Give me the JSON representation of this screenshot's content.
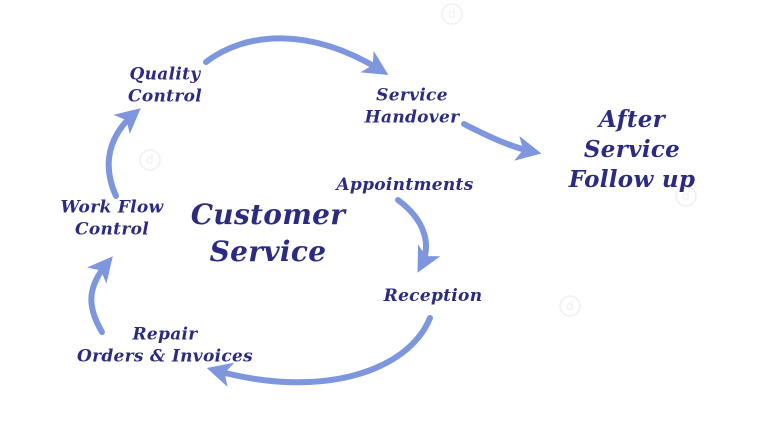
{
  "diagram_type": "cycle-flowchart",
  "title": "Customer Service",
  "center_label": "Customer\nService",
  "nodes": {
    "quality_control": "Quality\nControl",
    "service_handover": "Service\nHandover",
    "after_service": "After Service\nFollow up",
    "appointments": "Appointments",
    "reception": "Reception",
    "repair_orders": "Repair\nOrders & Invoices",
    "work_flow": "Work Flow\nControl"
  },
  "connections": [
    {
      "from": "Quality Control",
      "to": "Service Handover"
    },
    {
      "from": "Service Handover",
      "to": "After Service Follow up"
    },
    {
      "from": "Appointments",
      "to": "Reception"
    },
    {
      "from": "Reception",
      "to": "Repair Orders & Invoices"
    },
    {
      "from": "Repair Orders & Invoices",
      "to": "Work Flow Control"
    },
    {
      "from": "Work Flow Control",
      "to": "Quality Control"
    }
  ],
  "colors": {
    "text": "#2b2b80",
    "arrow": "#7e96de",
    "background": "#ffffff",
    "watermark": "#8696a6"
  }
}
